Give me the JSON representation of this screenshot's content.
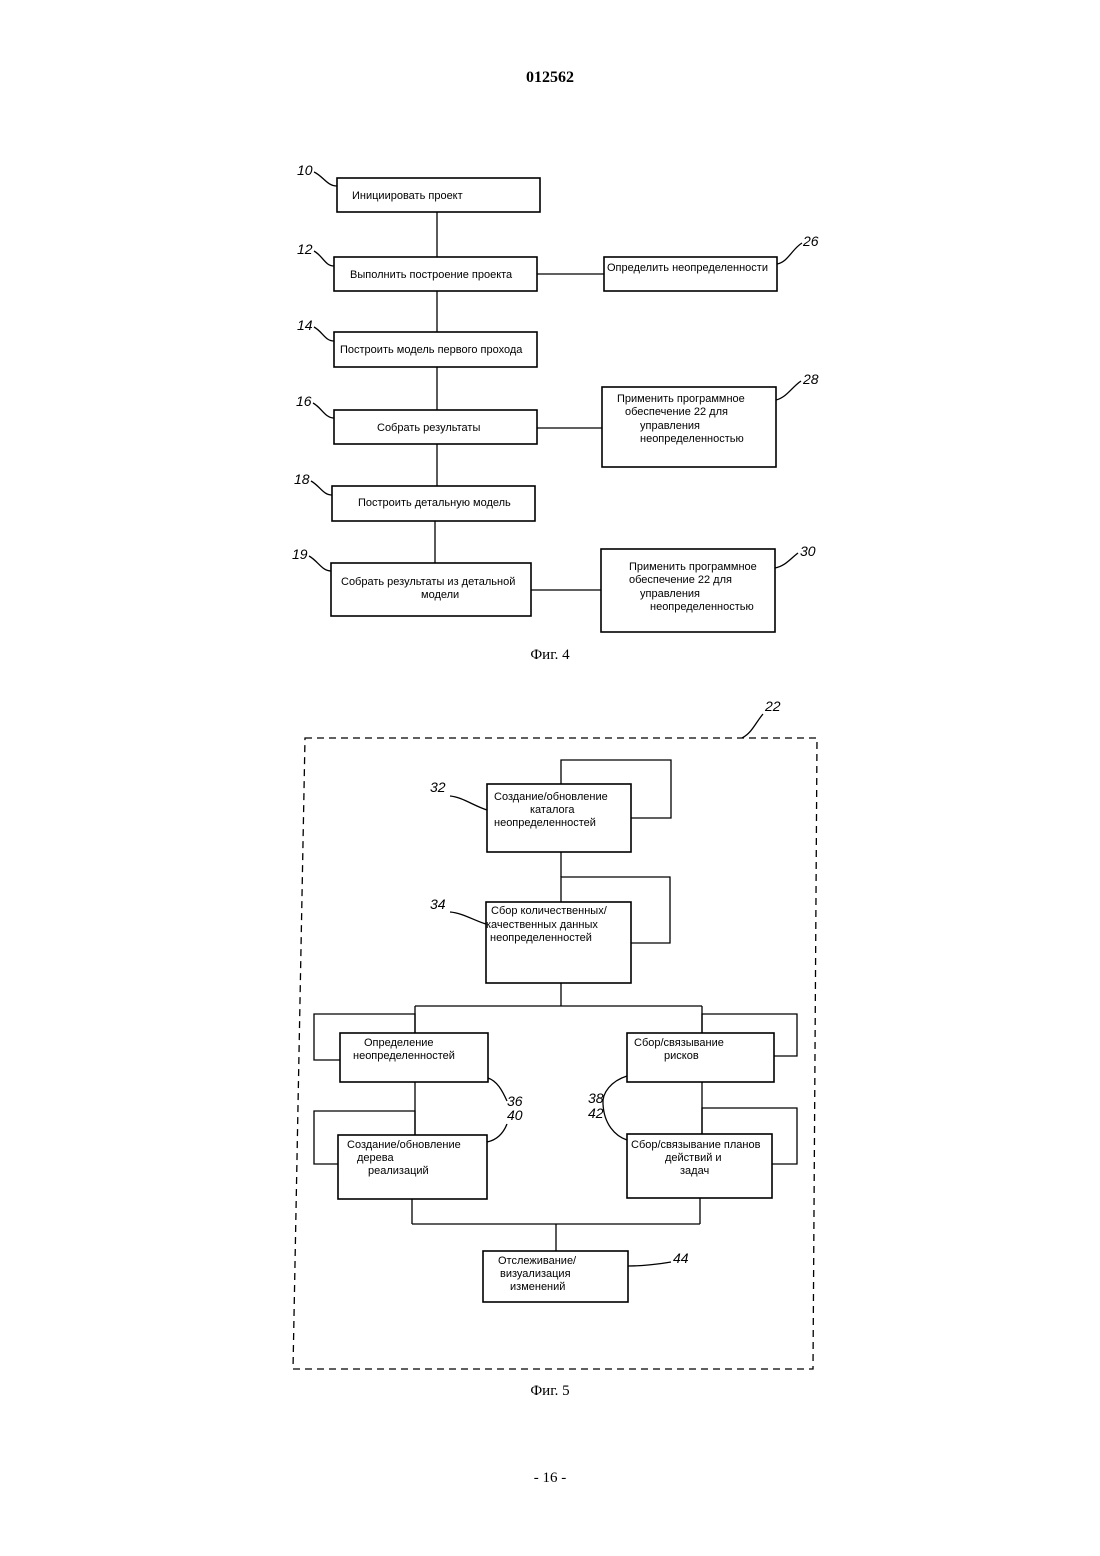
{
  "header": {
    "doc_number": "012562"
  },
  "fig4": {
    "caption": "Фиг. 4",
    "steps": [
      {
        "ref": "10",
        "lines": [
          "Инициировать проект"
        ]
      },
      {
        "ref": "12",
        "lines": [
          "Выполнить построение проекта"
        ]
      },
      {
        "ref": "14",
        "lines": [
          "Построить модель первого прохода"
        ]
      },
      {
        "ref": "16",
        "lines": [
          "Собрать результаты"
        ]
      },
      {
        "ref": "18",
        "lines": [
          "Построить детальную модель"
        ]
      },
      {
        "ref": "19",
        "lines": [
          "Собрать результаты из детальной",
          "модели"
        ]
      }
    ],
    "side": [
      {
        "ref": "26",
        "lines": [
          "Определить неопределенности"
        ]
      },
      {
        "ref": "28",
        "lines": [
          "Применить программное",
          "обеспечение 22 для",
          "управления",
          "неопределенностью"
        ]
      },
      {
        "ref": "30",
        "lines": [
          "Применить программное",
          "обеспечение 22 для",
          "управления",
          "неопределенностью"
        ]
      }
    ]
  },
  "fig5": {
    "caption": "Фиг. 5",
    "container_ref": "22",
    "boxes": [
      {
        "ref": "32",
        "lines": [
          "Создание/обновление",
          "каталога",
          "неопределенностей"
        ]
      },
      {
        "ref": "34",
        "lines": [
          "Сбор количественных/",
          "качественных данных",
          "неопределенностей"
        ]
      },
      {
        "ref": "36",
        "lines": [
          "Определение",
          "неопределенностей"
        ]
      },
      {
        "ref": "38",
        "lines": [
          "Сбор/связывание",
          "рисков"
        ]
      },
      {
        "ref": "40",
        "lines": [
          "Создание/обновление",
          "дерева",
          "реализаций"
        ]
      },
      {
        "ref": "42",
        "lines": [
          "Сбор/связывание планов",
          "действий и",
          "задач"
        ]
      },
      {
        "ref": "44",
        "lines": [
          "Отслеживание/",
          "визуализация",
          "изменений"
        ]
      }
    ]
  },
  "footer": {
    "page_number": "- 16 -"
  }
}
